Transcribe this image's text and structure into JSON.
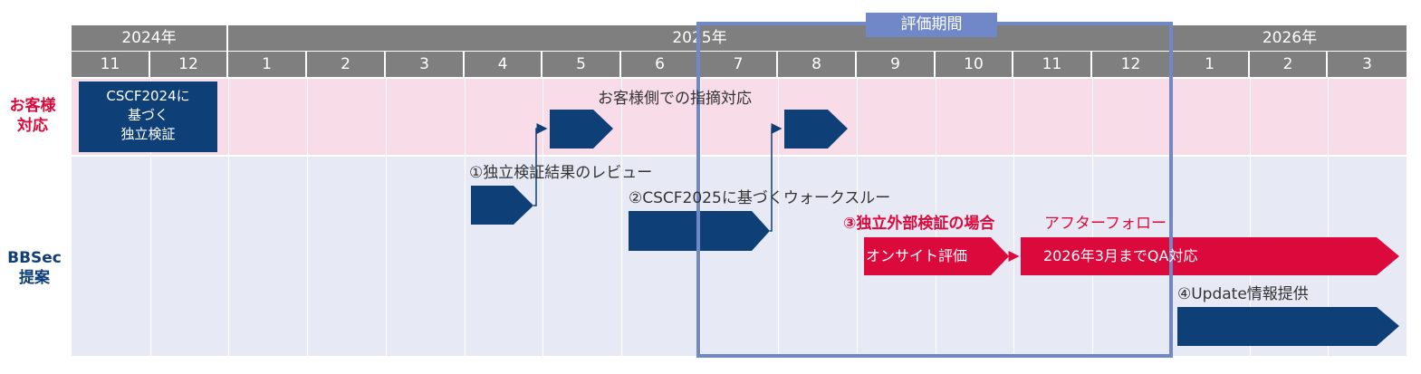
{
  "years": [
    "2024年",
    "2025年",
    "2026年"
  ],
  "months": [
    "11",
    "12",
    "1",
    "2",
    "3",
    "4",
    "5",
    "6",
    "7",
    "8",
    "9",
    "10",
    "11",
    "12",
    "1",
    "2",
    "3"
  ],
  "row_labels": {
    "customer": "お客様\n対応",
    "bbsec": "BBSec\n提案"
  },
  "evaluation_period": "評価期間",
  "customer_box": "CSCF2024に\n基づく\n独立検証",
  "labels": {
    "customer_feedback": "お客様側での指摘対応",
    "task1": "①独立検証結果のレビュー",
    "task2": "②CSCF2025に基づくウォークスルー",
    "task3": "③独立外部検証の場合",
    "aftercare": "アフターフォロー",
    "onsite": "オンサイト評価",
    "qa": "2026年3月までQA対応",
    "task4": "④Update情報提供"
  },
  "colors": {
    "header": "#7f7f7f",
    "navy": "#0e3f77",
    "red": "#dc0a3c",
    "customer_band": "#f8dce7",
    "bbsec_band": "#e7eaf5",
    "eval_frame": "#7088c8"
  }
}
